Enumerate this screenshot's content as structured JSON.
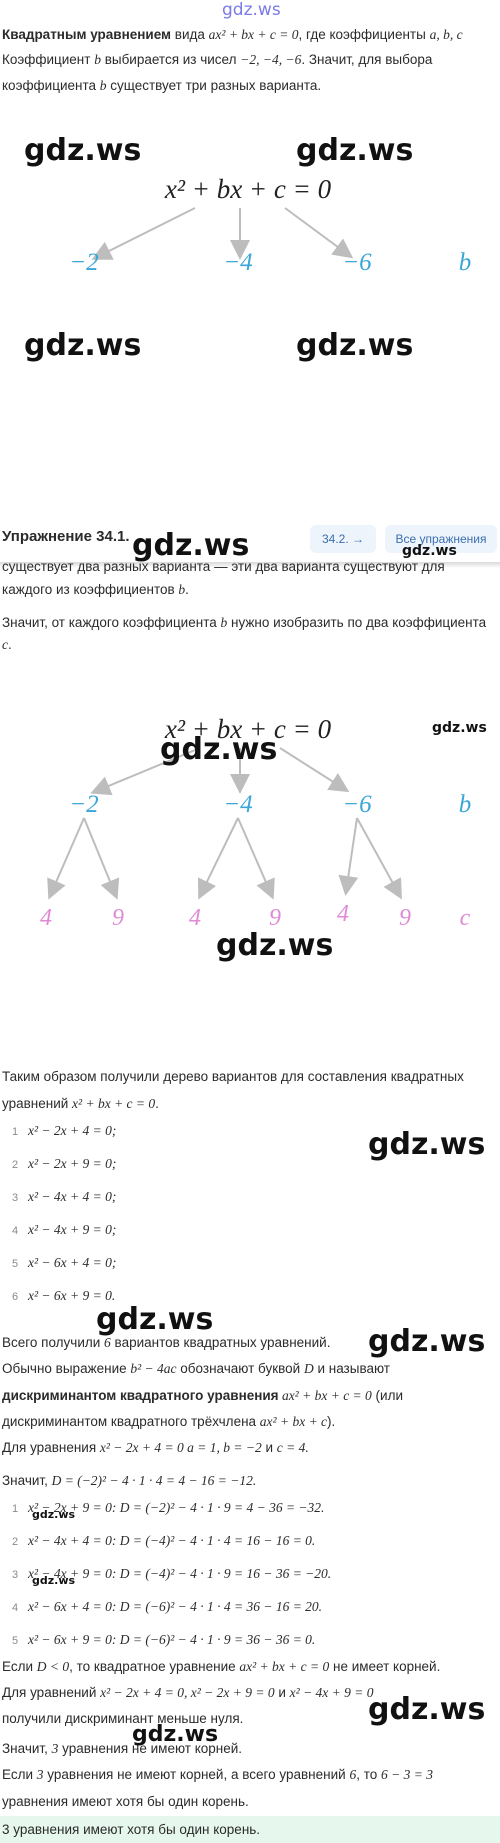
{
  "watermark": {
    "top": "gdz.ws",
    "text": "gdz.ws"
  },
  "intro": {
    "l1_bold": "Квадратным уравнением",
    "l1_a": " вида ",
    "l1_eq": "ax² + bx + c = 0",
    "l1_b": ", где коэффициенты ",
    "l1_vars": "a,  b,  c",
    "l2_a": "Коэффициент ",
    "l2_b_var": "b",
    "l2_b": " выбирается из чисел ",
    "l2_nums": "−2,  −4,  −6",
    "l2_c": ". Значит, для выбора",
    "l3_a": "коэффициента ",
    "l3_var": "b",
    "l3_b": " существует три разных варианта."
  },
  "tree1": {
    "equation": "x² + bx + c = 0",
    "nodes": [
      "−2",
      "−4",
      "−6"
    ],
    "label": "b"
  },
  "exercise_bar": {
    "title": "Упражнение 34.1.",
    "next_label": "34.2.  →",
    "all_label": "Все упражнения"
  },
  "mid": {
    "l1": "существует два разных варианта — эти два варианта существуют для",
    "l2_a": "каждого из коэффициентов ",
    "l2_var": "b",
    "l2_b": ".",
    "l3_a": "Значит, от каждого коэффициента ",
    "l3_var": "b",
    "l3_b": " нужно изобразить по два коэффициента ",
    "l3_var2": "c",
    "l3_c": "."
  },
  "tree2": {
    "equation": "x² + bx + c = 0",
    "b_nodes": [
      "−2",
      "−4",
      "−6"
    ],
    "b_label": "b",
    "c_nodes": [
      "4",
      "9",
      "4",
      "9",
      "4",
      "9"
    ],
    "c_label": "c"
  },
  "summary": {
    "l1": "Таким образом получили дерево вариантов для составления квадратных",
    "l2_a": "уравнений ",
    "l2_eq": "x² + bx + c = 0",
    "l2_b": "."
  },
  "equations": [
    {
      "n": "1",
      "eq": "x² − 2x + 4 = 0;"
    },
    {
      "n": "2",
      "eq": "x² − 2x + 9 = 0;"
    },
    {
      "n": "3",
      "eq": "x² − 4x + 4 = 0;"
    },
    {
      "n": "4",
      "eq": "x² − 4x + 9 = 0;"
    },
    {
      "n": "5",
      "eq": "x² − 6x + 4 = 0;"
    },
    {
      "n": "6",
      "eq": "x² − 6x + 9 = 0."
    }
  ],
  "disc": {
    "total_a": "Всего получили ",
    "total_n": "6",
    "total_b": " вариантов квадратных уравнений.",
    "usual_a": "Обычно выражение ",
    "usual_expr": "b² − 4ac",
    "usual_b": " обозначают буквой ",
    "usual_D": "D",
    "usual_c": " и называют",
    "bold": "дискриминантом квадратного уравнения",
    "bold_eq": " ax² + bx + c = 0",
    "bold_rest": " (или",
    "tri_a": "дискриминантом квадратного трёхчлена ",
    "tri_expr": "ax² + bx + c",
    "tri_b": ").",
    "for_a": "Для уравнения ",
    "for_eq": "x² − 2x + 4 = 0",
    "for_b": " a = 1, b = −2",
    "for_c": " и ",
    "for_d": "c = 4.",
    "then_a": "Значит, ",
    "then_eq": "D = (−2)² − 4 · 1 · 4 = 4 − 16 = −12."
  },
  "disc_list": [
    {
      "n": "1",
      "eq": "x² − 2x + 9 = 0: D = (−2)² − 4 · 1 · 9 = 4 − 36 = −32."
    },
    {
      "n": "2",
      "eq": "x² − 4x + 4 = 0: D = (−4)² − 4 · 1 · 4 = 16 − 16 = 0."
    },
    {
      "n": "3",
      "eq": "x² − 4x + 9 = 0: D = (−4)² − 4 · 1 · 9 = 16 − 36 = −20."
    },
    {
      "n": "4",
      "eq": "x² − 6x + 4 = 0: D = (−6)² − 4 · 1 · 4 = 36 − 16 = 20."
    },
    {
      "n": "5",
      "eq": "x² − 6x + 9 = 0: D = (−6)² − 4 · 1 · 9 = 36 − 36 = 0."
    }
  ],
  "concl": {
    "if_a": "Если ",
    "if_cond": "D < 0",
    "if_b": ", то квадратное уравнение ",
    "if_eq": "ax² + bx + c = 0",
    "if_c": " не имеет корней.",
    "for_a": "Для уравнений ",
    "for_eqs": "x² − 2x + 4 = 0, x² − 2x + 9 = 0",
    "for_b": " и ",
    "for_eq3": "x² − 4x + 9 = 0",
    "less": "получили дискриминант меньше нуля.",
    "three_a": "Значит, ",
    "three_n": "3",
    "three_b": " уравнения не имеют корней.",
    "calc_a": "Если ",
    "calc_n": "3",
    "calc_b": " уравнения не имеют корней, а всего уравнений ",
    "calc_n2": "6",
    "calc_c": ", то ",
    "calc_expr": "6 − 3 = 3",
    "calc_end": "уравнения имеют хотя бы один корень.",
    "final": "3 уравнения имеют хотя бы один корень."
  },
  "colors": {
    "blue": "#3aa6d8",
    "pink": "#e08ad6",
    "gray_arrow": "#bdbdbd",
    "final_bg": "#e6f7ee"
  }
}
